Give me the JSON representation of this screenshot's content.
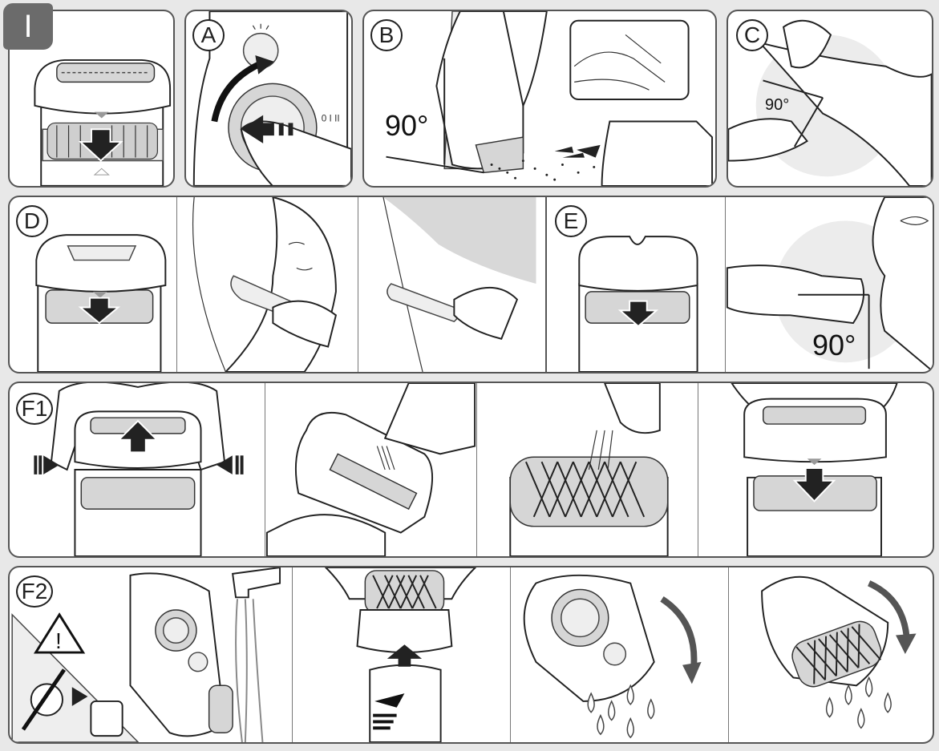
{
  "section_tab": "I",
  "panels": {
    "A": {
      "label": "A"
    },
    "B": {
      "label": "B",
      "angle": "90°"
    },
    "C": {
      "label": "C",
      "angle": "90°"
    },
    "D": {
      "label": "D"
    },
    "E": {
      "label": "E",
      "angle": "90°"
    },
    "F1": {
      "label": "F1"
    },
    "F2": {
      "label": "F2"
    }
  },
  "icons": [
    "warning-triangle-icon",
    "no-plug-icon",
    "arrow-down-icon",
    "arrow-up-icon",
    "rotate-arrow-icon",
    "water-drop-icon",
    "faucet-icon"
  ],
  "colors": {
    "tab_bg": "#6b6b6b",
    "border": "#555555",
    "panel_bg": "#ffffff",
    "page_bg": "#e8e8e8"
  }
}
